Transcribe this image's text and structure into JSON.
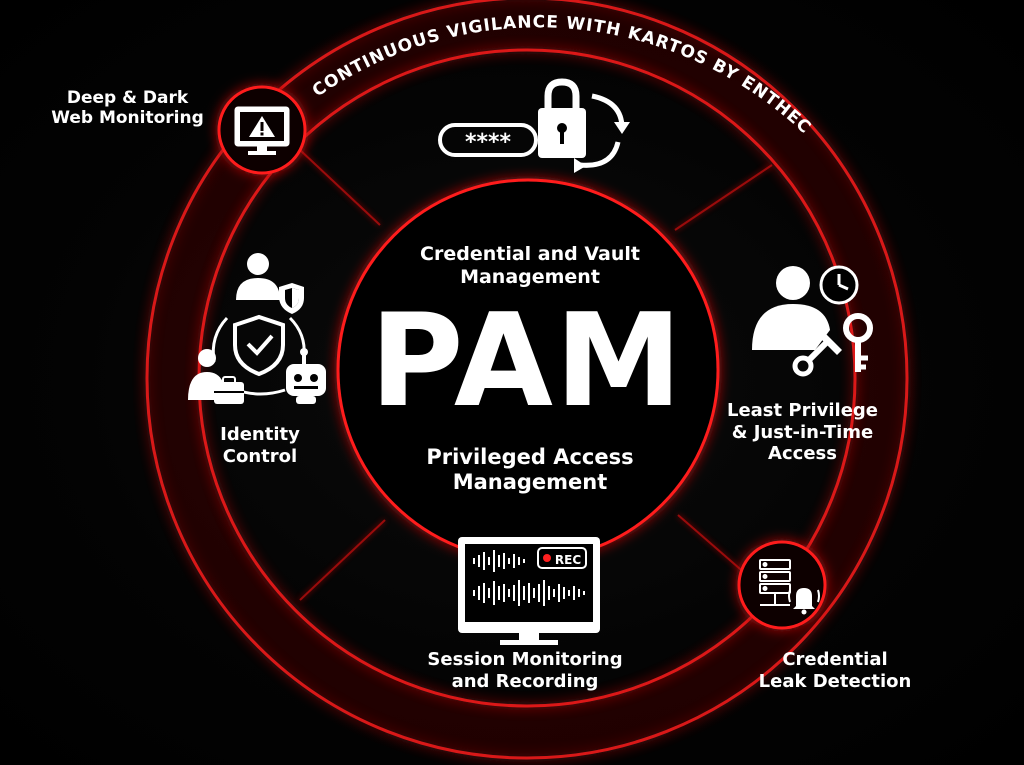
{
  "arc_title": "CONTINUOUS VIGILANCE WITH KARTOS BY ENTHEC",
  "center": {
    "acronym": "PAM",
    "top_text": [
      "Credential and Vault",
      "Management"
    ],
    "bottom_text": [
      "Privileged Access",
      "Management"
    ]
  },
  "sections": {
    "identity": [
      "Identity",
      "Control"
    ],
    "least_privilege": [
      "Least Privilege",
      "& Just-in-Time",
      "Access"
    ],
    "session": [
      "Session Monitoring",
      "and Recording"
    ]
  },
  "nodes": {
    "deep_dark": [
      "Deep & Dark",
      "Web Monitoring"
    ],
    "leak": [
      "Credential",
      "Leak Detection"
    ]
  },
  "icons": {
    "vault": "password-lock-refresh-icon",
    "identity": "identity-people-shield-robot-icon",
    "least": "user-clock-keys-icon",
    "session": "monitor-rec-waveform-icon",
    "deep": "monitor-warning-icon",
    "leak": "server-bell-icon"
  },
  "password_mask": "****",
  "rec_label": "REC",
  "colors": {
    "accent": "#ff2a2a",
    "glow": "#ff0000",
    "background": "#000000",
    "text": "#ffffff"
  }
}
